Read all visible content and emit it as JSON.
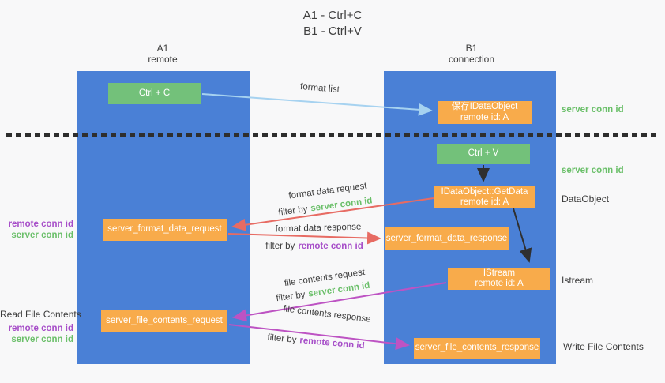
{
  "title": {
    "line1": "A1 - Ctrl+C",
    "line2": "B1 - Ctrl+V"
  },
  "columns": {
    "left": {
      "name": "A1",
      "role": "remote"
    },
    "right": {
      "name": "B1",
      "role": "connection"
    }
  },
  "nodes": {
    "ctrl_c": "Ctrl + C",
    "ctrl_v": "Ctrl + V",
    "save_dataobject": {
      "line1": "保存IDataObject",
      "line2": "remote id: A"
    },
    "getdata": {
      "line1": "IDataObject::GetData",
      "line2": "remote id: A"
    },
    "format_request": "server_format_data_request",
    "format_response": "server_format_data_response",
    "istream": {
      "line1": "IStream",
      "line2": "remote id: A"
    },
    "file_request": "server_file_contents_request",
    "file_response": "server_file_contents_response"
  },
  "arrow_labels": {
    "format_list": "format list",
    "format_data_request": "format data request",
    "format_data_response": "format data response",
    "file_contents_request": "file contents request",
    "file_contents_response": "file contents response",
    "filter_by": "filter by",
    "server_conn_id": "server conn id",
    "remote_conn_id": "remote conn id"
  },
  "side_labels": {
    "server_conn_id_top": "server conn id",
    "server_conn_id_mid": "server conn id",
    "dataobject": "DataObject",
    "istream": "Istream",
    "write_file_contents": "Write File Contents",
    "read_file_contents": "Read File Contents",
    "remote_conn_id_left1": "remote conn id",
    "server_conn_id_left1": "server conn id",
    "remote_conn_id_left2": "remote conn id",
    "server_conn_id_left2": "server conn id"
  },
  "colors": {
    "background": "#f8f8f9",
    "lifeline_blue": "#4a80d6",
    "box_green": "#73c17a",
    "box_orange": "#f8ab4b",
    "arrow_light_blue": "#a6d2f0",
    "arrow_red": "#e76b63",
    "arrow_magenta": "#bd53c3",
    "arrow_black": "#2f2f2f",
    "text_green": "#6abf69",
    "text_purple": "#a64dc8",
    "text_dark": "#3b3b3b"
  }
}
